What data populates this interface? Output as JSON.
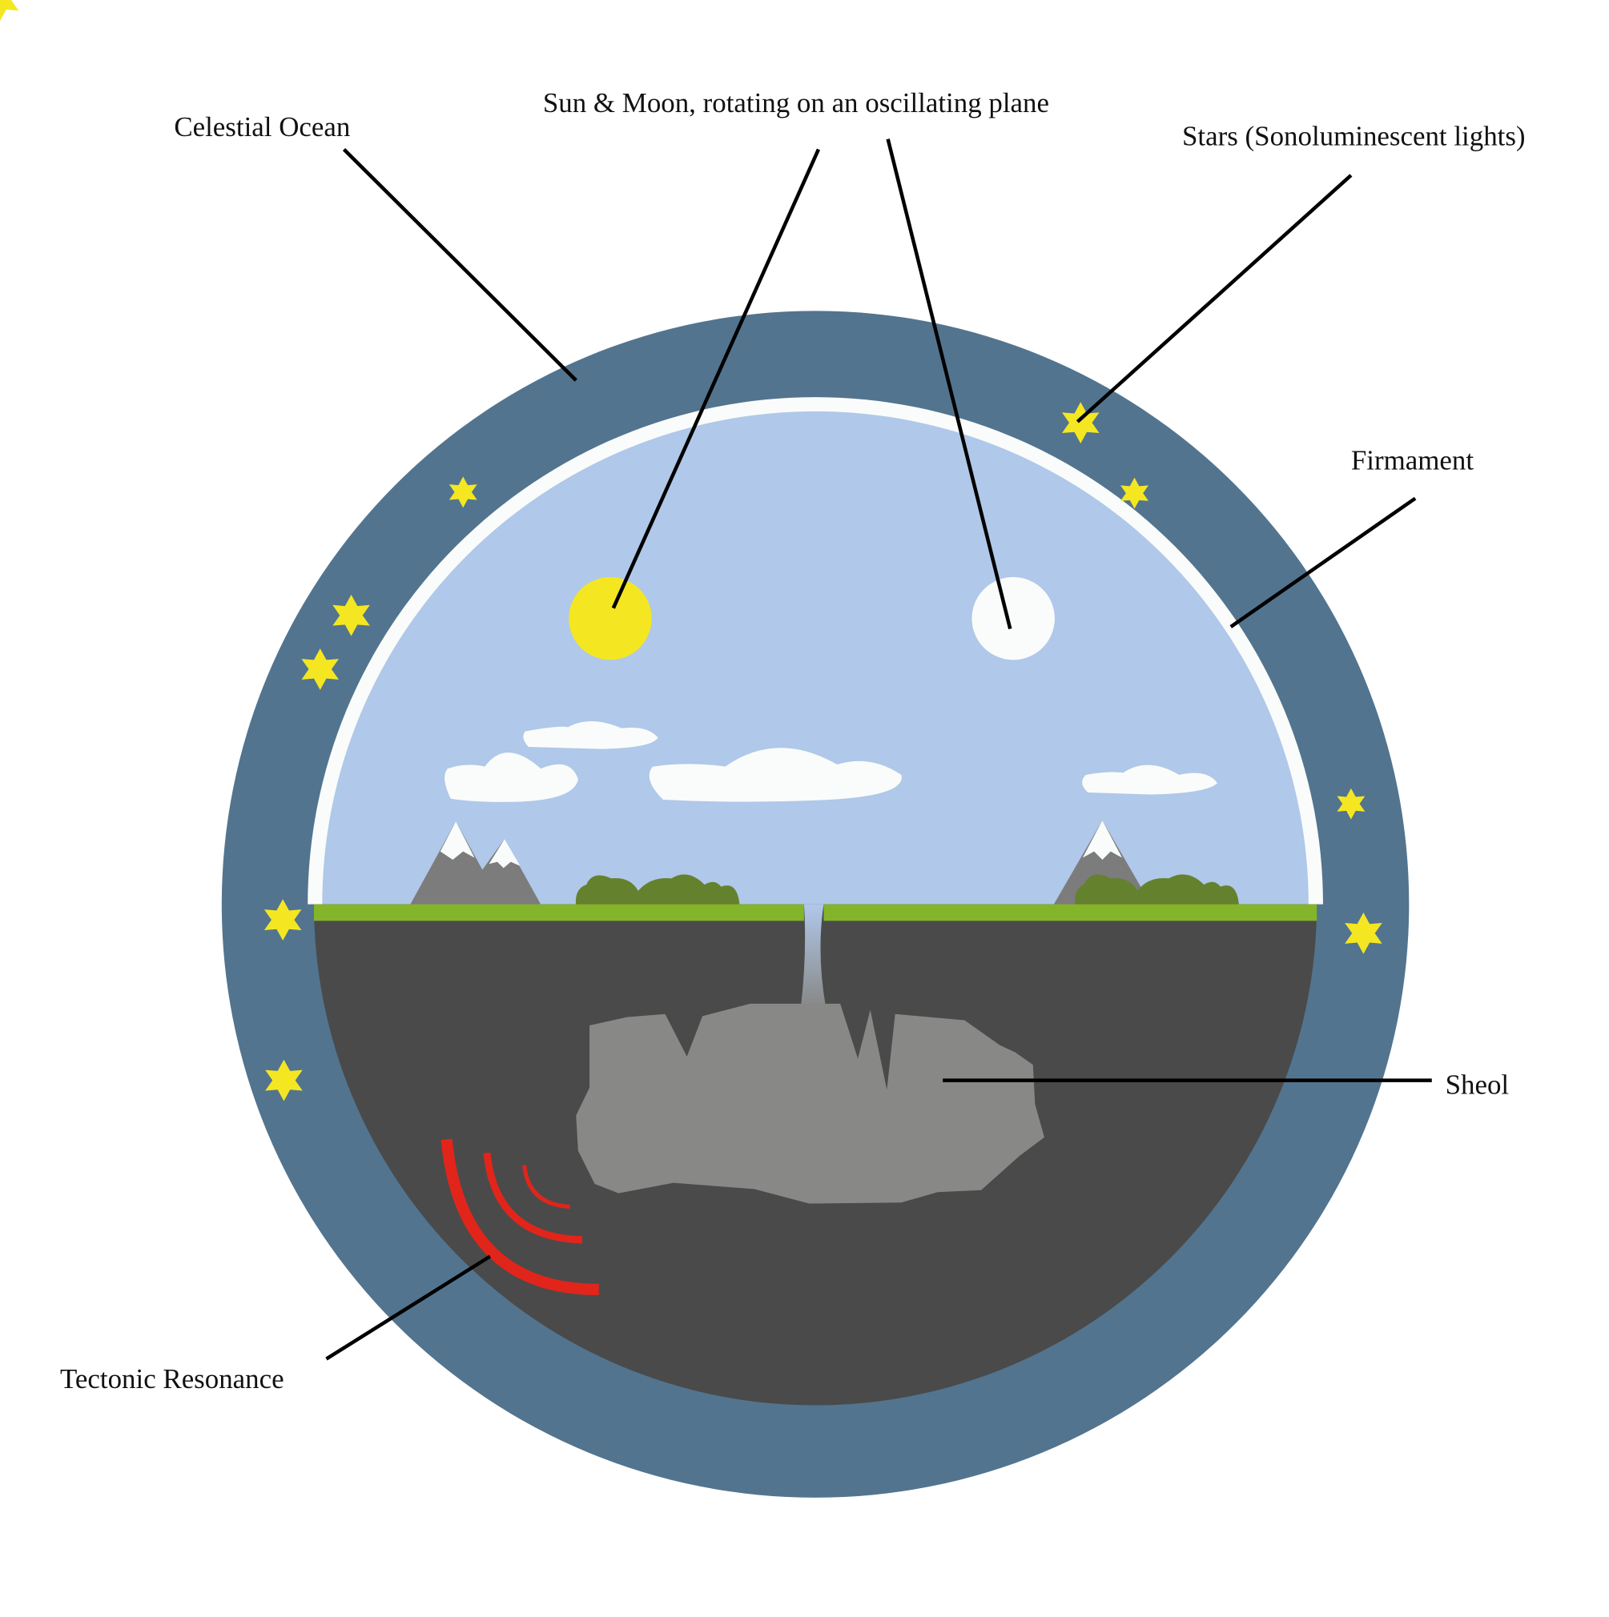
{
  "labels": {
    "celestial_ocean": "Celestial Ocean",
    "sun_moon": "Sun & Moon, rotating on an oscillating plane",
    "stars": "Stars (Sonoluminescent lights)",
    "firmament": "Firmament",
    "sheol": "Sheol",
    "tectonic": "Tectonic Resonance"
  },
  "colors": {
    "ocean": "#52748f",
    "sky": "#b0c8e9",
    "firmament": "#fafcfb",
    "earth": "#4a4a4a",
    "grass": "#84b42a",
    "trees": "#64812e",
    "mountain": "#7c7c7c",
    "sheol": "#888887",
    "sun": "#f4e721",
    "star": "#f4e721",
    "resonance": "#e1251b"
  }
}
